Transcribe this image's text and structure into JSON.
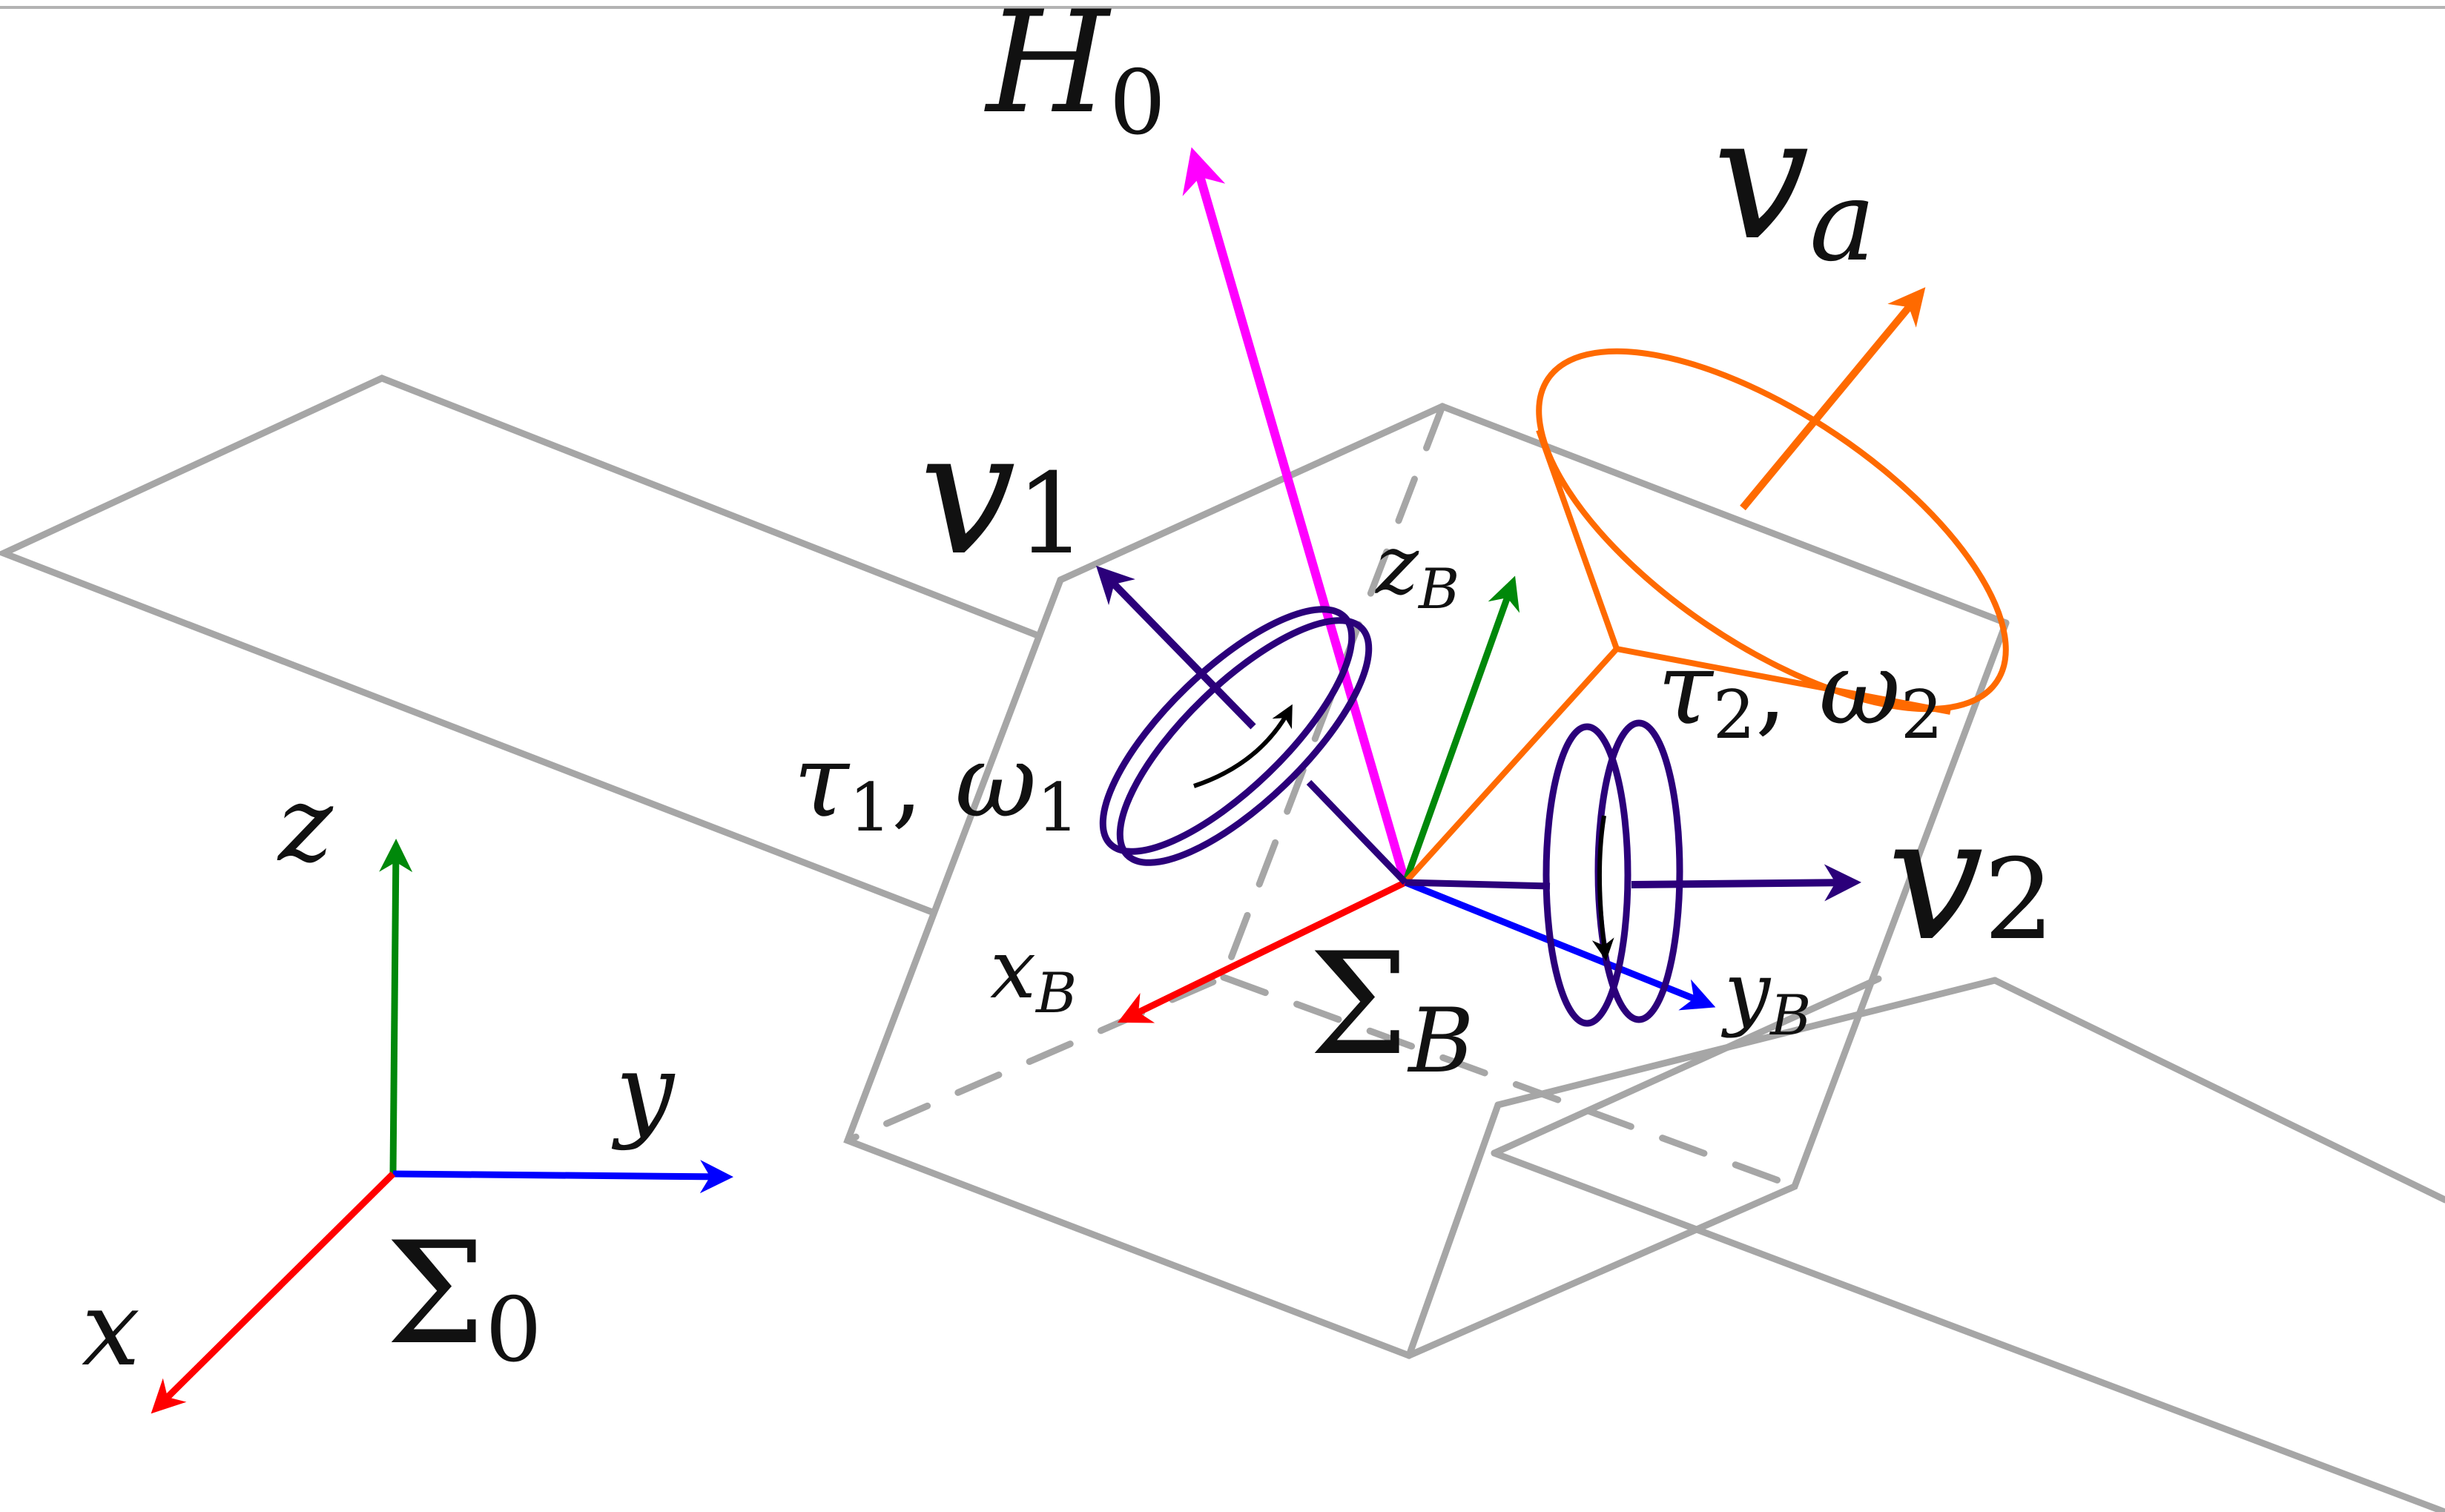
{
  "labels": {
    "H0": {
      "main": "H",
      "sub": "0"
    },
    "va": {
      "main": "v",
      "sub": "a"
    },
    "v1": {
      "main": "v",
      "sub": "1"
    },
    "v2": {
      "main": "v",
      "sub": "2"
    },
    "zB": {
      "main": "z",
      "sub": "B"
    },
    "xB": {
      "main": "x",
      "sub": "B"
    },
    "yB": {
      "main": "y",
      "sub": "B"
    },
    "SigmaB": {
      "main": "Σ",
      "sub": "B"
    },
    "tau1": {
      "main": "τ",
      "sub": "1",
      "sep": ", ",
      "main2": "ω",
      "sub2": "1"
    },
    "tau2": {
      "main": "τ",
      "sub": "2",
      "sep": ", ",
      "main2": "ω",
      "sub2": "2"
    },
    "x": "x",
    "y": "y",
    "z": "z",
    "Sigma0": {
      "main": "Σ",
      "sub": "0"
    }
  },
  "colors": {
    "structure": "#a6a6a6",
    "x_axis": "#ff0000",
    "y_axis": "#0000ff",
    "z_axis": "#00880a",
    "H0": "#ff00ff",
    "antenna": "#ff6a00",
    "wheel": "#2b007a",
    "text": "#111111"
  }
}
